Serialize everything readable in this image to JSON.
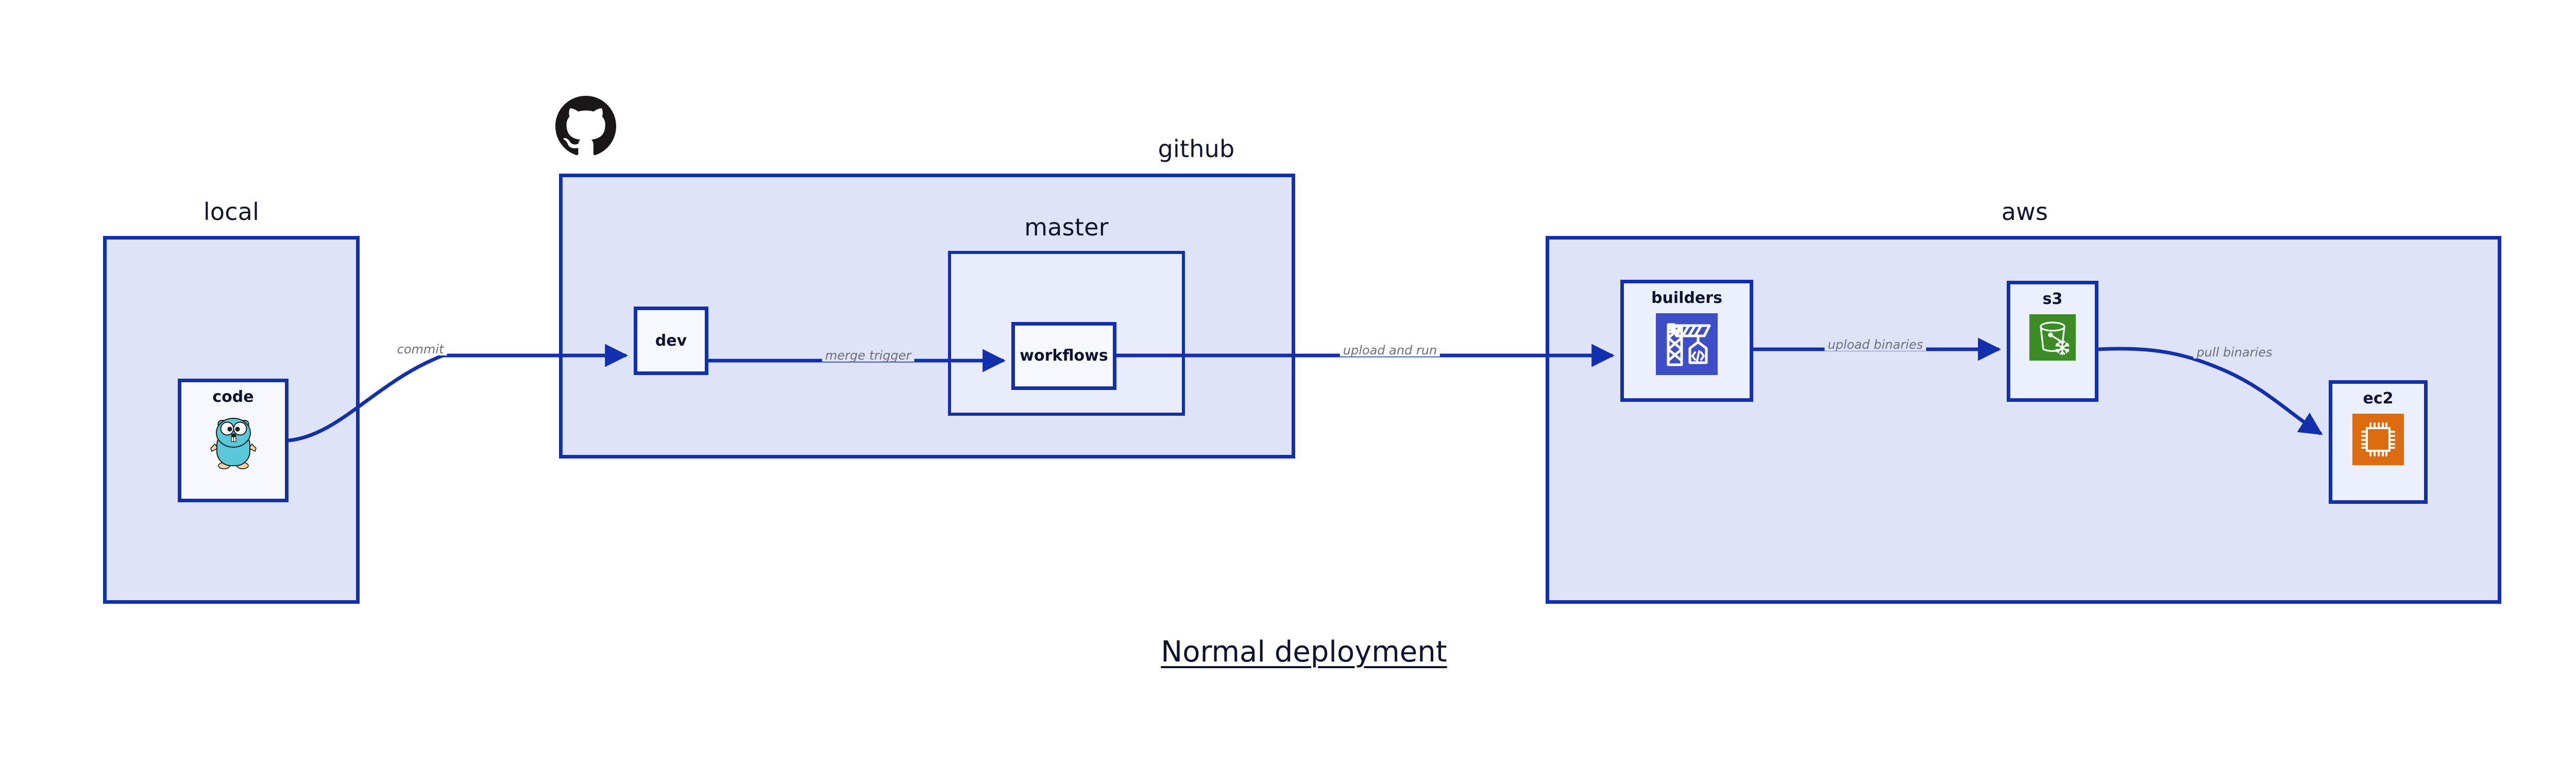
{
  "diagram": {
    "title": "Normal deployment",
    "colors": {
      "group_fill": "#dee3f8",
      "nested_group_fill": "#e8ecfb",
      "node_fill": "#eceffc",
      "border": "#1230ad",
      "edge_label": "#6e6e78",
      "text": "#0d1330",
      "builders_icon_bg": "#3d4ec7",
      "s3_icon_bg": "#3b8c26",
      "ec2_icon_bg": "#dd6c11",
      "gopher_body": "#5ac8d8",
      "github_logo": "#191717"
    }
  },
  "groups": {
    "local": {
      "label": "local"
    },
    "github": {
      "label": "github"
    },
    "master": {
      "label": "master"
    },
    "aws": {
      "label": "aws"
    }
  },
  "nodes": {
    "code": {
      "label": "code",
      "icon": "go-gopher-icon"
    },
    "dev": {
      "label": "dev",
      "icon": null
    },
    "workflows": {
      "label": "workflows",
      "icon": null
    },
    "builders": {
      "label": "builders",
      "icon": "aws-codebuild-crane-icon"
    },
    "s3": {
      "label": "s3",
      "icon": "aws-s3-bucket-snowflake-icon"
    },
    "ec2": {
      "label": "ec2",
      "icon": "aws-ec2-chip-icon"
    }
  },
  "edges": [
    {
      "id": "commit",
      "label": "commit",
      "from": "code",
      "to": "dev"
    },
    {
      "id": "merge-trigger",
      "label": "merge trigger",
      "from": "dev",
      "to": "workflows"
    },
    {
      "id": "upload-and-run",
      "label": "upload and run",
      "from": "workflows",
      "to": "builders"
    },
    {
      "id": "upload-binaries",
      "label": "upload binaries",
      "from": "builders",
      "to": "s3"
    },
    {
      "id": "pull-binaries",
      "label": "pull binaries",
      "from": "s3",
      "to": "ec2"
    }
  ],
  "logos": {
    "github": "github-octocat-logo"
  }
}
